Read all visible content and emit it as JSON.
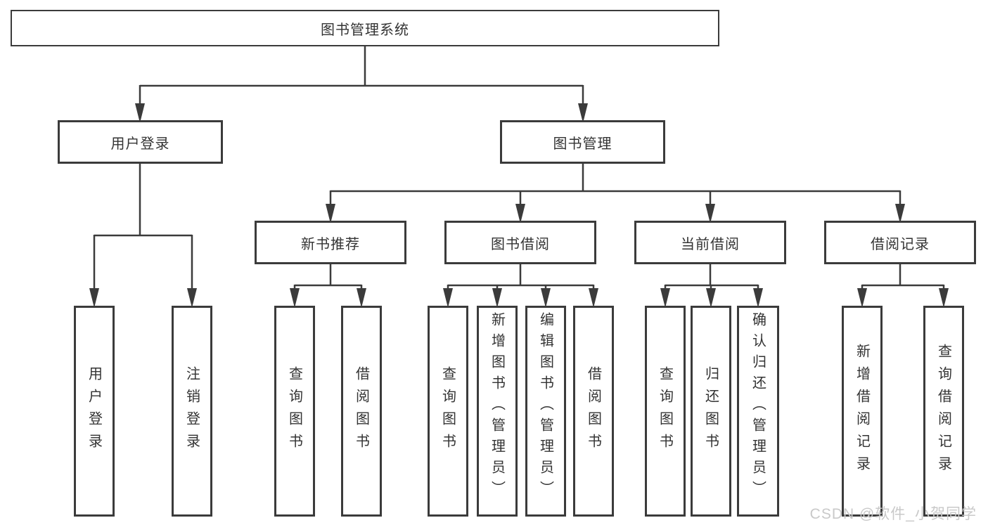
{
  "tree": {
    "root": {
      "label": "图书管理系统",
      "children": [
        {
          "label": "用户登录",
          "children": [
            {
              "label": "用户登录"
            },
            {
              "label": "注销登录"
            }
          ]
        },
        {
          "label": "图书管理",
          "children": [
            {
              "label": "新书推荐",
              "children": [
                {
                  "label": "查询图书"
                },
                {
                  "label": "借阅图书"
                }
              ]
            },
            {
              "label": "图书借阅",
              "children": [
                {
                  "label": "查询图书"
                },
                {
                  "label": "新增图书（管理员）"
                },
                {
                  "label": "编辑图书（管理员）"
                },
                {
                  "label": "借阅图书"
                }
              ]
            },
            {
              "label": "当前借阅",
              "children": [
                {
                  "label": "查询图书"
                },
                {
                  "label": "归还图书"
                },
                {
                  "label": "确认归还（管理员）"
                }
              ]
            },
            {
              "label": "借阅记录",
              "children": [
                {
                  "label": "新增借阅记录"
                },
                {
                  "label": "查询借阅记录"
                }
              ]
            }
          ]
        }
      ]
    }
  },
  "watermark": "CSDN @软件_小贺同学",
  "colors": {
    "line": "#3b3b3b",
    "text": "#333333",
    "background": "#ffffff",
    "watermark": "#c9c9c9"
  }
}
